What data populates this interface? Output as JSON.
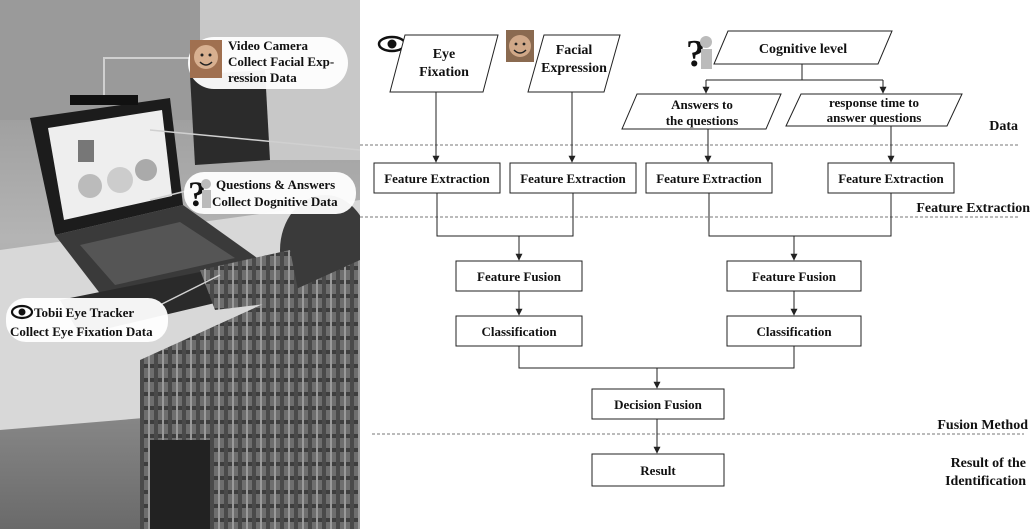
{
  "photo": {
    "callout_camera": [
      "Video Camera",
      "Collect Facial Exp-",
      "ression Data"
    ],
    "callout_qa": [
      "Questions & Answers",
      "Collect Dognitive Data"
    ],
    "callout_eye": [
      "Tobii Eye Tracker",
      "Collect Eye Fixation Data"
    ]
  },
  "inputs": {
    "eye": [
      "Eye",
      "Fixation"
    ],
    "face": [
      "Facial",
      "Expression"
    ],
    "cognitive": "Cognitive level",
    "answers": [
      "Answers to",
      "the questions"
    ],
    "response": [
      "response time to",
      "answer questions"
    ]
  },
  "stages": {
    "feature_extraction": "Feature Extraction",
    "feature_fusion": "Feature Fusion",
    "classification": "Classification",
    "decision_fusion": "Decision Fusion",
    "result": "Result"
  },
  "layers": {
    "data": "Data",
    "feature_extraction": "Feature Extraction",
    "fusion_method": "Fusion Method",
    "result": [
      "Result of the",
      "Identification"
    ]
  },
  "icons": [
    "eye-icon",
    "child-face-icon",
    "question-person-icon"
  ]
}
